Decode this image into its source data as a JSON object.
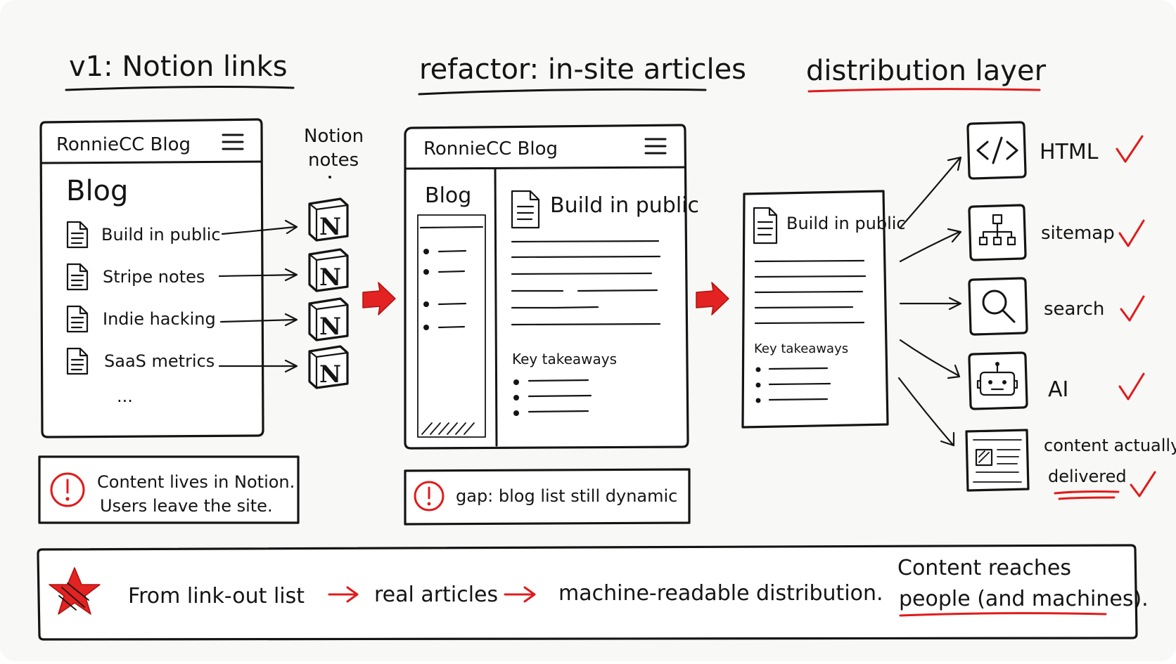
{
  "columns": {
    "v1": {
      "title": "v1: Notion links",
      "blog_header": "RonnieCC Blog",
      "blog_heading": "Blog",
      "posts": [
        "Build in public",
        "Stripe notes",
        "Indie hacking",
        "SaaS metrics"
      ],
      "more": "...",
      "notion_label_line1": "Notion",
      "notion_label_line2": "notes",
      "notion_logo_letter": "N",
      "warning_line1": "Content lives in Notion.",
      "warning_line2": "Users leave the site."
    },
    "refactor": {
      "title": "refactor: in-site articles",
      "blog_header": "RonnieCC  Blog",
      "sidebar_heading": "Blog",
      "article_title": "Build in public",
      "key_takeaways": "Key takeaways",
      "warning": "gap: blog list still dynamic"
    },
    "distribution": {
      "title": "distribution layer",
      "doc_title": "Build in public",
      "key_takeaways": "Key takeaways",
      "targets": [
        {
          "icon": "code-icon",
          "label": "HTML"
        },
        {
          "icon": "sitemap-icon",
          "label": "sitemap"
        },
        {
          "icon": "search-icon",
          "label": "search"
        },
        {
          "icon": "robot-icon",
          "label": "AI"
        },
        {
          "icon": "article-icon",
          "label_line1": "content actually",
          "label_line2": "delivered"
        }
      ]
    }
  },
  "summary": {
    "step1": "From link-out list",
    "step2": "real articles",
    "step3": "machine-readable distribution.",
    "outcome_line1": "Content  reaches",
    "outcome_line2": "people (and machines)."
  },
  "colors": {
    "ink": "#141414",
    "accent_red": "#e01b1b",
    "paper": "#f8f8f6"
  }
}
